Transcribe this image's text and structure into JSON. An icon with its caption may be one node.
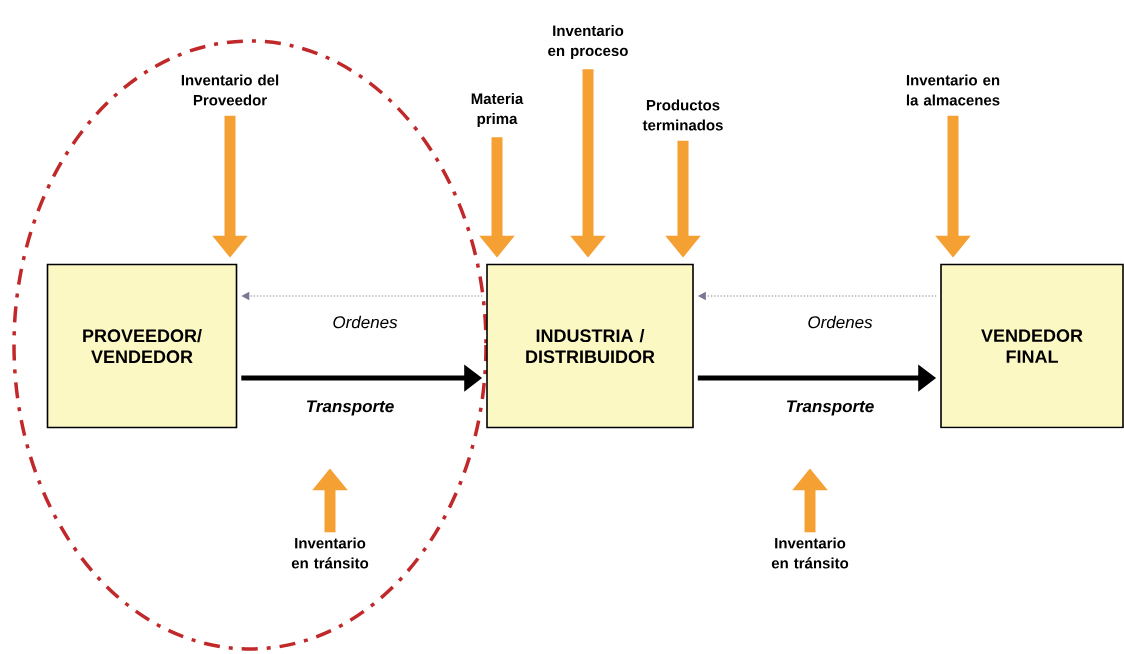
{
  "diagram": {
    "nodes": [
      {
        "text": [
          "Inventario del Proveedor"
        ]
      },
      {
        "text": [
          "Materia prima"
        ]
      },
      {
        "text": [
          "Inventario en proceso"
        ]
      },
      {
        "text": [
          "Productos terminados"
        ]
      },
      {
        "text": [
          "Inventario en la almacenes"
        ]
      },
      {
        "text": [
          "PROVEEDOR/ VENDEDOR"
        ]
      },
      {
        "text": [
          "INDUSTRIA / DISTRIBUIDOR"
        ]
      },
      {
        "text": [
          "VENDEDOR FINAL"
        ]
      },
      {
        "text": [
          "Inventario en tránsito"
        ]
      },
      {
        "text": [
          "Inventario en tránsito"
        ]
      }
    ],
    "edges": [
      {
        "from": 0,
        "to": 5,
        "arrow": "to",
        "color": "#f5a033"
      },
      {
        "from": 1,
        "to": 6,
        "arrow": "to",
        "color": "#f5a033"
      },
      {
        "from": 2,
        "to": 6,
        "arrow": "to",
        "color": "#f5a033"
      },
      {
        "from": 3,
        "to": 6,
        "arrow": "to",
        "color": "#f5a033"
      },
      {
        "from": 4,
        "to": 7,
        "arrow": "to",
        "color": "#f5a033"
      },
      {
        "from": 6,
        "to": 5,
        "arrow": "to",
        "style": "dashed",
        "color": "#787896",
        "label": "Ordenes"
      },
      {
        "from": 5,
        "to": 6,
        "arrow": "to",
        "color": "#000000",
        "label": "Transporte"
      },
      {
        "from": 7,
        "to": 6,
        "arrow": "to",
        "style": "dashed",
        "color": "#787896",
        "label": "Ordenes"
      },
      {
        "from": 6,
        "to": 7,
        "arrow": "to",
        "color": "#000000",
        "label": "Transporte"
      },
      {
        "from": 8,
        "to": null,
        "arrow": "to",
        "color": "#f5a033"
      },
      {
        "from": 9,
        "to": null,
        "arrow": "to",
        "color": "#f5a033"
      }
    ]
  }
}
